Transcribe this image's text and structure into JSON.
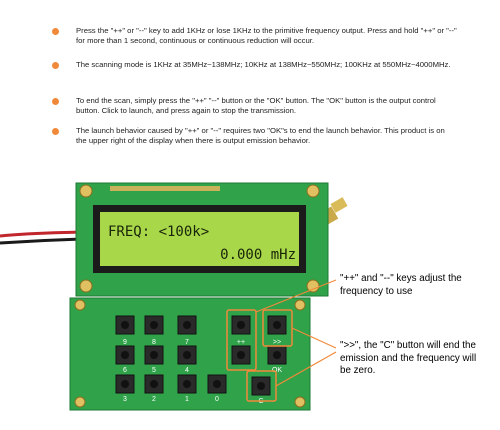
{
  "bullets": [
    {
      "text": "Press the \"++\" or \"--\" key to add 1KHz or lose 1KHz to the primitive frequency output. Press and hold \"++\" or \"--\" for more than 1 second, continuous or continuous reduction will occur."
    },
    {
      "text": "The scanning mode is 1KHz at 35MHz~138MHz; 10KHz at 138MHz~550MHz; 100KHz at 550MHz~4000MHz."
    },
    {
      "text": "To end the scan, simply press the \"++\" \"--\" button or the \"OK\" button. The \"OK\" button is the output control button. Click to launch, and press again to stop the transmission."
    },
    {
      "text": "The launch behavior caused by \"++\" or \"--\" requires two \"OK\"s to end the launch behavior. This product is on the upper right of the display when there is output emission behavior."
    }
  ],
  "lcd": {
    "line1": "FREQ: <100k>",
    "line2": "0.000 mHz"
  },
  "keypad": {
    "numbers": [
      "9",
      "8",
      "7",
      "6",
      "5",
      "4",
      "3",
      "2",
      "1",
      "0"
    ],
    "plus_label": "++",
    "minus_label": "--",
    "ok_label": "OK",
    "c_label": "C",
    "right_label": ">>"
  },
  "callouts": {
    "plus_minus": "\"++\" and \"--\" keys adjust the frequency to use",
    "right_c": "\">>\", the \"C\" button will end the emission and the frequency will be zero."
  },
  "colors": {
    "accent_dot": "#f08a3a",
    "pcb_green": "#2fa24a",
    "lcd_backlight": "#a8d84a",
    "callout_box": "#f08a3a"
  }
}
